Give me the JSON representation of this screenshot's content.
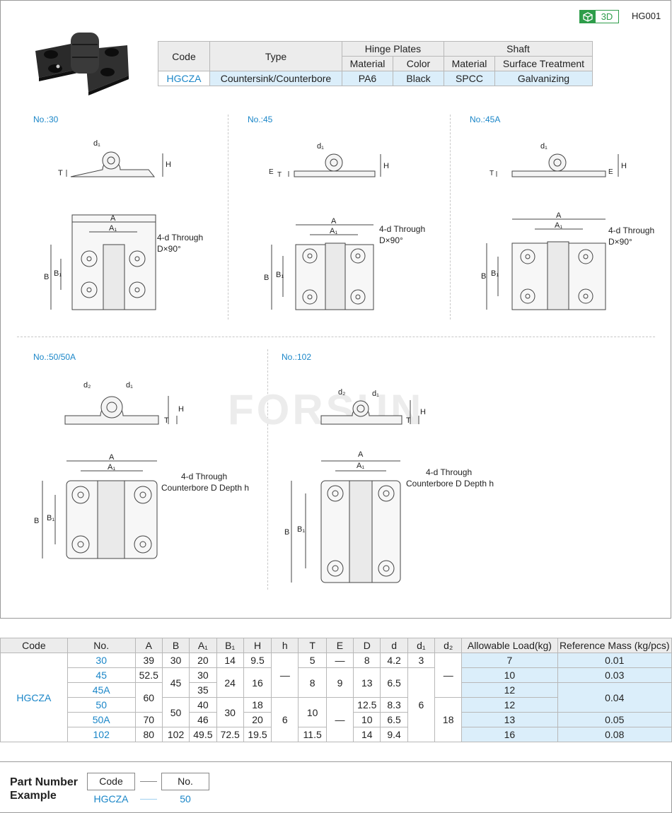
{
  "header": {
    "badge_label": "3D",
    "series_code": "HG001"
  },
  "spec_table": {
    "headers": {
      "code": "Code",
      "type": "Type",
      "hinge_plates": "Hinge Plates",
      "shaft": "Shaft",
      "hp_material": "Material",
      "hp_color": "Color",
      "sh_material": "Material",
      "sh_surface": "Surface Treatment"
    },
    "row": {
      "code": "HGCZA",
      "type": "Countersink/Counterbore",
      "hp_material": "PA6",
      "hp_color": "Black",
      "sh_material": "SPCC",
      "sh_surface": "Galvanizing"
    }
  },
  "figures": {
    "no30": {
      "label": "No.:30",
      "note1": "4-d Through",
      "note2": "D×90°"
    },
    "no45": {
      "label": "No.:45",
      "note1": "4-d Through",
      "note2": "D×90°"
    },
    "no45a": {
      "label": "No.:45A",
      "note1": "4-d Through",
      "note2": "D×90°"
    },
    "no50": {
      "label": "No.:50/50A",
      "note1": "4-d Through",
      "note2": "Counterbore D Depth h"
    },
    "no102": {
      "label": "No.:102",
      "note1": "4-d Through",
      "note2": "Counterbore D Depth h"
    },
    "dim_labels": {
      "A": "A",
      "A1": "A₁",
      "B": "B",
      "B1": "B₁",
      "H": "H",
      "T": "T",
      "E": "E",
      "d1": "d₁",
      "d2": "d₂"
    }
  },
  "watermark": "FORSUN",
  "dims_table": {
    "headers": [
      "Code",
      "No.",
      "A",
      "B",
      "A₁",
      "B₁",
      "H",
      "h",
      "T",
      "E",
      "D",
      "d",
      "d₁",
      "d₂",
      "Allowable Load(kg)",
      "Reference Mass (kg/pcs)"
    ],
    "code": "HGCZA",
    "dash": "—",
    "rows": [
      {
        "no": "30",
        "A": "39",
        "B": "30",
        "A1": "20",
        "B1": "14",
        "H": "9.5",
        "T": "5",
        "E": "—",
        "D": "8",
        "d": "4.2",
        "d1": "3",
        "load": "7",
        "mass": "0.01"
      },
      {
        "no": "45",
        "A": "52.5",
        "B": "45",
        "A1": "30",
        "B1": "24",
        "H": "16",
        "T": "8",
        "E": "9",
        "D": "13",
        "d": "6.5",
        "d1": "6",
        "load": "10",
        "mass": "0.03"
      },
      {
        "no": "45A",
        "A": "60",
        "A1": "35",
        "load": "12",
        "mass": "0.04"
      },
      {
        "no": "50",
        "B": "50",
        "A1": "40",
        "B1": "30",
        "H": "18",
        "h": "6",
        "T": "10",
        "E": "—",
        "D": "12.5",
        "d": "8.3",
        "d2": "18",
        "load": "12"
      },
      {
        "no": "50A",
        "A": "70",
        "A1": "46",
        "H": "20",
        "D": "10",
        "d": "6.5",
        "load": "13",
        "mass": "0.05"
      },
      {
        "no": "102",
        "A": "80",
        "B": "102",
        "A1": "49.5",
        "B1": "72.5",
        "H": "19.5",
        "T": "11.5",
        "D": "14",
        "d": "9.4",
        "load": "16",
        "mass": "0.08"
      }
    ]
  },
  "part_number": {
    "title_line1": "Part Number",
    "title_line2": "Example",
    "code_label": "Code",
    "no_label": "No.",
    "code_value": "HGCZA",
    "no_value": "50"
  }
}
